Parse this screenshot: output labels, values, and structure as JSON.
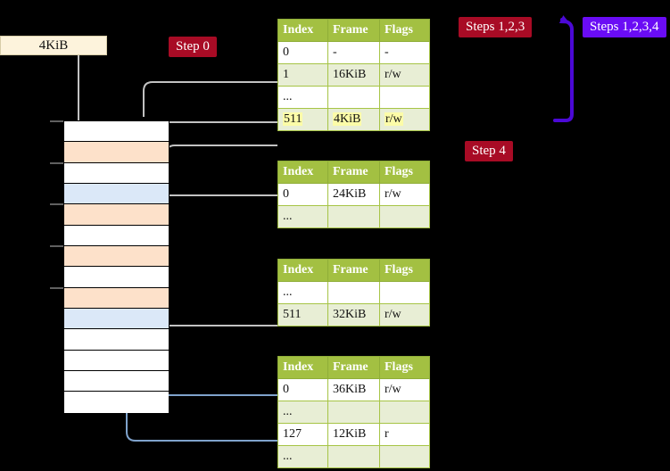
{
  "labels": {
    "size_box": "4KiB",
    "step0": "Step 0",
    "steps123": "Steps 1,2,3",
    "steps1234": "Steps 1,2,3,4",
    "step4": "Step 4"
  },
  "colors": {
    "badge_red": "#a80b25",
    "badge_blue": "#6a0cf5",
    "table_header": "#a3c042",
    "table_alt_row": "#e8eed5",
    "highlight": "#fcfca8",
    "mem_orange": "#fde1ca",
    "mem_blue": "#dbe8f8",
    "size_box_bg": "#fdf3dc",
    "connector_gray": "#c8c8c8",
    "connector_blue": "#7fa3cc"
  },
  "table_headers": [
    "Index",
    "Frame",
    "Flags"
  ],
  "tables": [
    {
      "name": "pml4-table",
      "rows": [
        {
          "index": "0",
          "frame": "-",
          "flags": "-",
          "alt": false,
          "highlight": false
        },
        {
          "index": "1",
          "frame": "16KiB",
          "flags": "r/w",
          "alt": true,
          "highlight": false
        },
        {
          "index": "...",
          "frame": "",
          "flags": "",
          "alt": false,
          "highlight": false
        },
        {
          "index": "511",
          "frame": "4KiB",
          "flags": "r/w",
          "alt": true,
          "highlight": true
        }
      ]
    },
    {
      "name": "pdpt-table",
      "rows": [
        {
          "index": "0",
          "frame": "24KiB",
          "flags": "r/w",
          "alt": false,
          "highlight": false
        },
        {
          "index": "...",
          "frame": "",
          "flags": "",
          "alt": true,
          "highlight": false
        }
      ]
    },
    {
      "name": "pd-table",
      "rows": [
        {
          "index": "...",
          "frame": "",
          "flags": "",
          "alt": false,
          "highlight": false
        },
        {
          "index": "511",
          "frame": "32KiB",
          "flags": "r/w",
          "alt": true,
          "highlight": false
        }
      ]
    },
    {
      "name": "pt-table",
      "rows": [
        {
          "index": "0",
          "frame": "36KiB",
          "flags": "r/w",
          "alt": false,
          "highlight": false
        },
        {
          "index": "...",
          "frame": "",
          "flags": "",
          "alt": true,
          "highlight": false
        },
        {
          "index": "127",
          "frame": "12KiB",
          "flags": "r",
          "alt": false,
          "highlight": false
        },
        {
          "index": "...",
          "frame": "",
          "flags": "",
          "alt": true,
          "highlight": false
        }
      ]
    }
  ],
  "memory_rows": [
    {
      "fill": "white"
    },
    {
      "fill": "orange"
    },
    {
      "fill": "white"
    },
    {
      "fill": "blue"
    },
    {
      "fill": "orange"
    },
    {
      "fill": "white"
    },
    {
      "fill": "orange"
    },
    {
      "fill": "white"
    },
    {
      "fill": "orange"
    },
    {
      "fill": "blue"
    },
    {
      "fill": "white"
    },
    {
      "fill": "white"
    },
    {
      "fill": "white"
    },
    {
      "fill": "white"
    }
  ]
}
